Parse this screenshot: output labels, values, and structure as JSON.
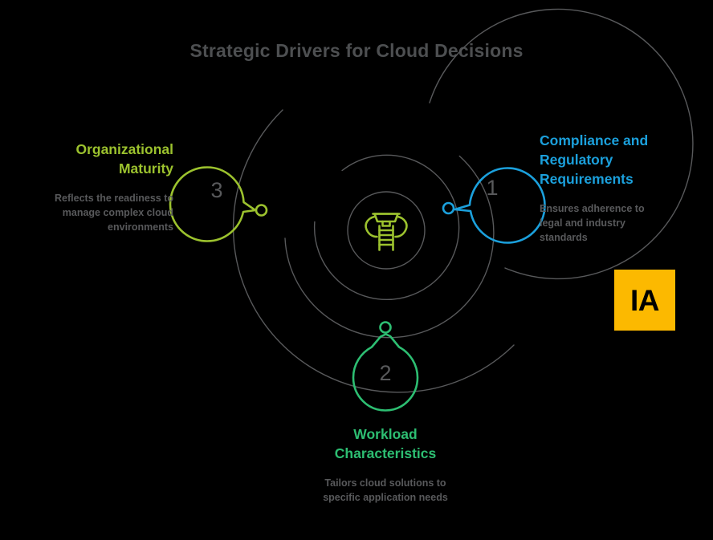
{
  "page": {
    "title": "Strategic Drivers for Cloud Decisions",
    "background_color": "#000000"
  },
  "colors": {
    "title": "#4d4f51",
    "body_text": "#58595b",
    "blue": "#1ba0dc",
    "green": "#2dbe72",
    "lime": "#9cc22e",
    "arc": "#58595b",
    "logo_background": "#fcb900",
    "logo_text": "#000000"
  },
  "center_icon": {
    "name": "ladder-trophy-icon",
    "color": "#9cc22e"
  },
  "logo": {
    "text": "IA"
  },
  "items": [
    {
      "number": "1",
      "heading": "Compliance and Regulatory Requirements",
      "description": "Ensures adherence to legal and industry standards",
      "color": "#1ba0dc",
      "position": "right"
    },
    {
      "number": "2",
      "heading": "Workload Characteristics",
      "description": "Tailors cloud solutions to specific application needs",
      "color": "#2dbe72",
      "position": "bottom"
    },
    {
      "number": "3",
      "heading": "Organizational Maturity",
      "description": "Reflects the readiness to manage complex cloud environments",
      "color": "#9cc22e",
      "position": "left"
    }
  ]
}
